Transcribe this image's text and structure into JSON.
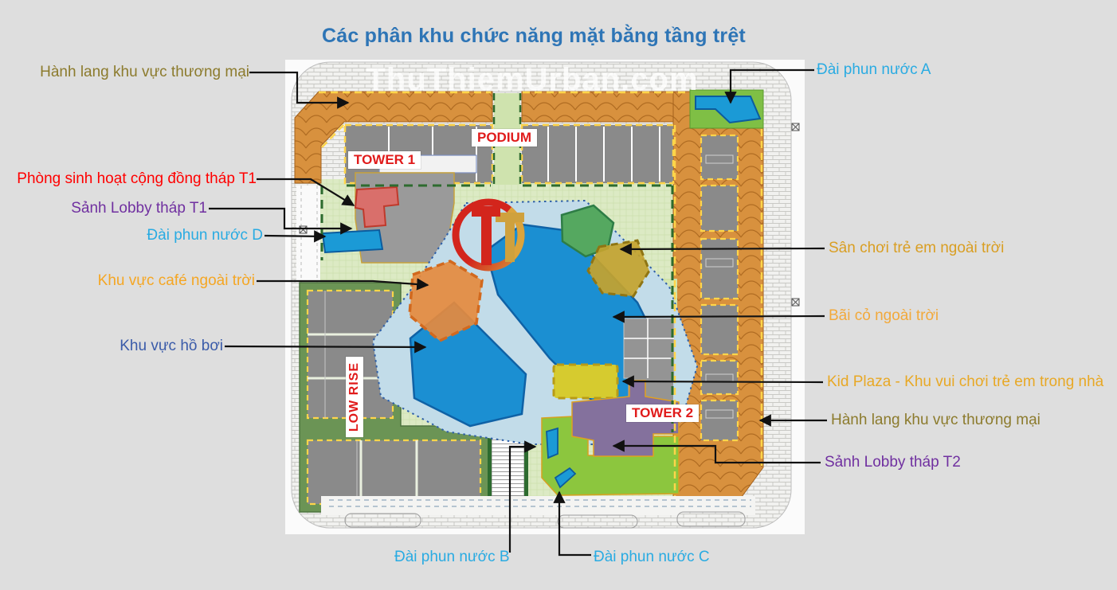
{
  "title": {
    "text": "Các phân khu chức năng mặt bằng tầng trệt",
    "color": "#2E75B6"
  },
  "watermark": {
    "text": "ThuThiemUrban.com"
  },
  "plan_labels": {
    "podium": {
      "text": "PODIUM",
      "color": "#E01B1B"
    },
    "tower1": {
      "text": "TOWER 1",
      "color": "#E01B1B"
    },
    "tower2": {
      "text": "TOWER 2",
      "color": "#E01B1B"
    },
    "low_rise": {
      "text": "LOW RISE",
      "color": "#E01B1B"
    }
  },
  "annotations": [
    {
      "id": "corridor-left",
      "text": "Hành lang khu vực thương mại",
      "color": "#8C7B2D"
    },
    {
      "id": "community-room-t1",
      "text": "Phòng sinh hoạt cộng đồng tháp T1",
      "color": "#FF0000"
    },
    {
      "id": "lobby-t1",
      "text": "Sảnh Lobby tháp T1",
      "color": "#7030A0"
    },
    {
      "id": "fountain-d",
      "text": "Đài phun nước D",
      "color": "#29ABE2"
    },
    {
      "id": "cafe-outdoor",
      "text": "Khu vực café ngoài trời",
      "color": "#F5A623"
    },
    {
      "id": "pool-area",
      "text": "Khu vực hồ bơi",
      "color": "#3A5BA9"
    },
    {
      "id": "fountain-a",
      "text": "Đài phun nước A",
      "color": "#29ABE2"
    },
    {
      "id": "playground-outdoor",
      "text": "Sân chơi trẻ em ngoài trời",
      "color": "#D99E22"
    },
    {
      "id": "lawn-outdoor",
      "text": "Bãi cỏ ngoài trời",
      "color": "#F2A93B"
    },
    {
      "id": "kid-plaza",
      "text": "Kid Plaza - Khu vui chơi trẻ em trong nhà",
      "color": "#E8A825"
    },
    {
      "id": "corridor-right",
      "text": "Hành lang khu vực thương mại",
      "color": "#8C7B2D"
    },
    {
      "id": "lobby-t2",
      "text": "Sảnh Lobby tháp T2",
      "color": "#7030A0"
    },
    {
      "id": "fountain-b",
      "text": "Đài phun nước B",
      "color": "#29ABE2"
    },
    {
      "id": "fountain-c",
      "text": "Đài phun nước C",
      "color": "#29ABE2"
    }
  ],
  "zone_palette": {
    "commercial_corridor": "#D8913E",
    "buildings": "#8A8A8A",
    "landscape": "#DCEAC4",
    "pool_water": "#1B8FD2",
    "pool_deck": "#C2DCE9",
    "cafe_zone": "#E58A3E",
    "playground_zone": "#C4A32E",
    "kid_plaza_zone": "#D6CB2F",
    "lobby_t2_zone": "#84719D",
    "lawn_bright": "#8CC63E",
    "fountain": "#1B9AD6",
    "community_room": "#D96F6B",
    "low_rise_band": "#6B9455"
  }
}
